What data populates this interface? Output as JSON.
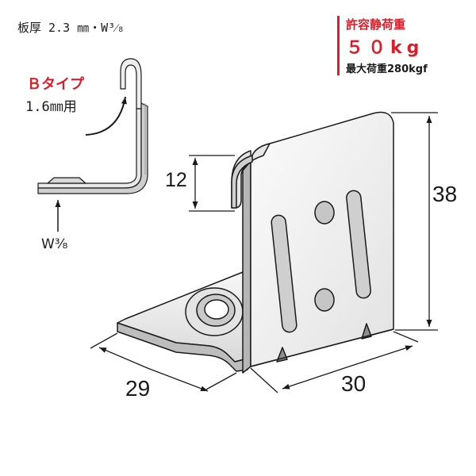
{
  "spec": {
    "text": "板厚 2.3 ㎜・W³⁄₈"
  },
  "load": {
    "title": "許容静荷重",
    "value": "５０kg",
    "max": "最大荷重280kgf"
  },
  "btype": {
    "label": "Ｂタイプ",
    "thickness": "1.6㎜用",
    "bolt": "W³⁄₈"
  },
  "dimensions": {
    "hook_height": "12",
    "height": "38",
    "base_depth": "29",
    "width": "30"
  },
  "colors": {
    "accent": "#d9202a",
    "line": "#1a1a1a",
    "metal_light": "#f3f3f3",
    "metal_mid": "#d4d4d4",
    "metal_dark": "#a8a8a8"
  },
  "icons": [
    "curved-arrow-icon",
    "up-arrow-icon",
    "dimension-arrow-icon"
  ]
}
